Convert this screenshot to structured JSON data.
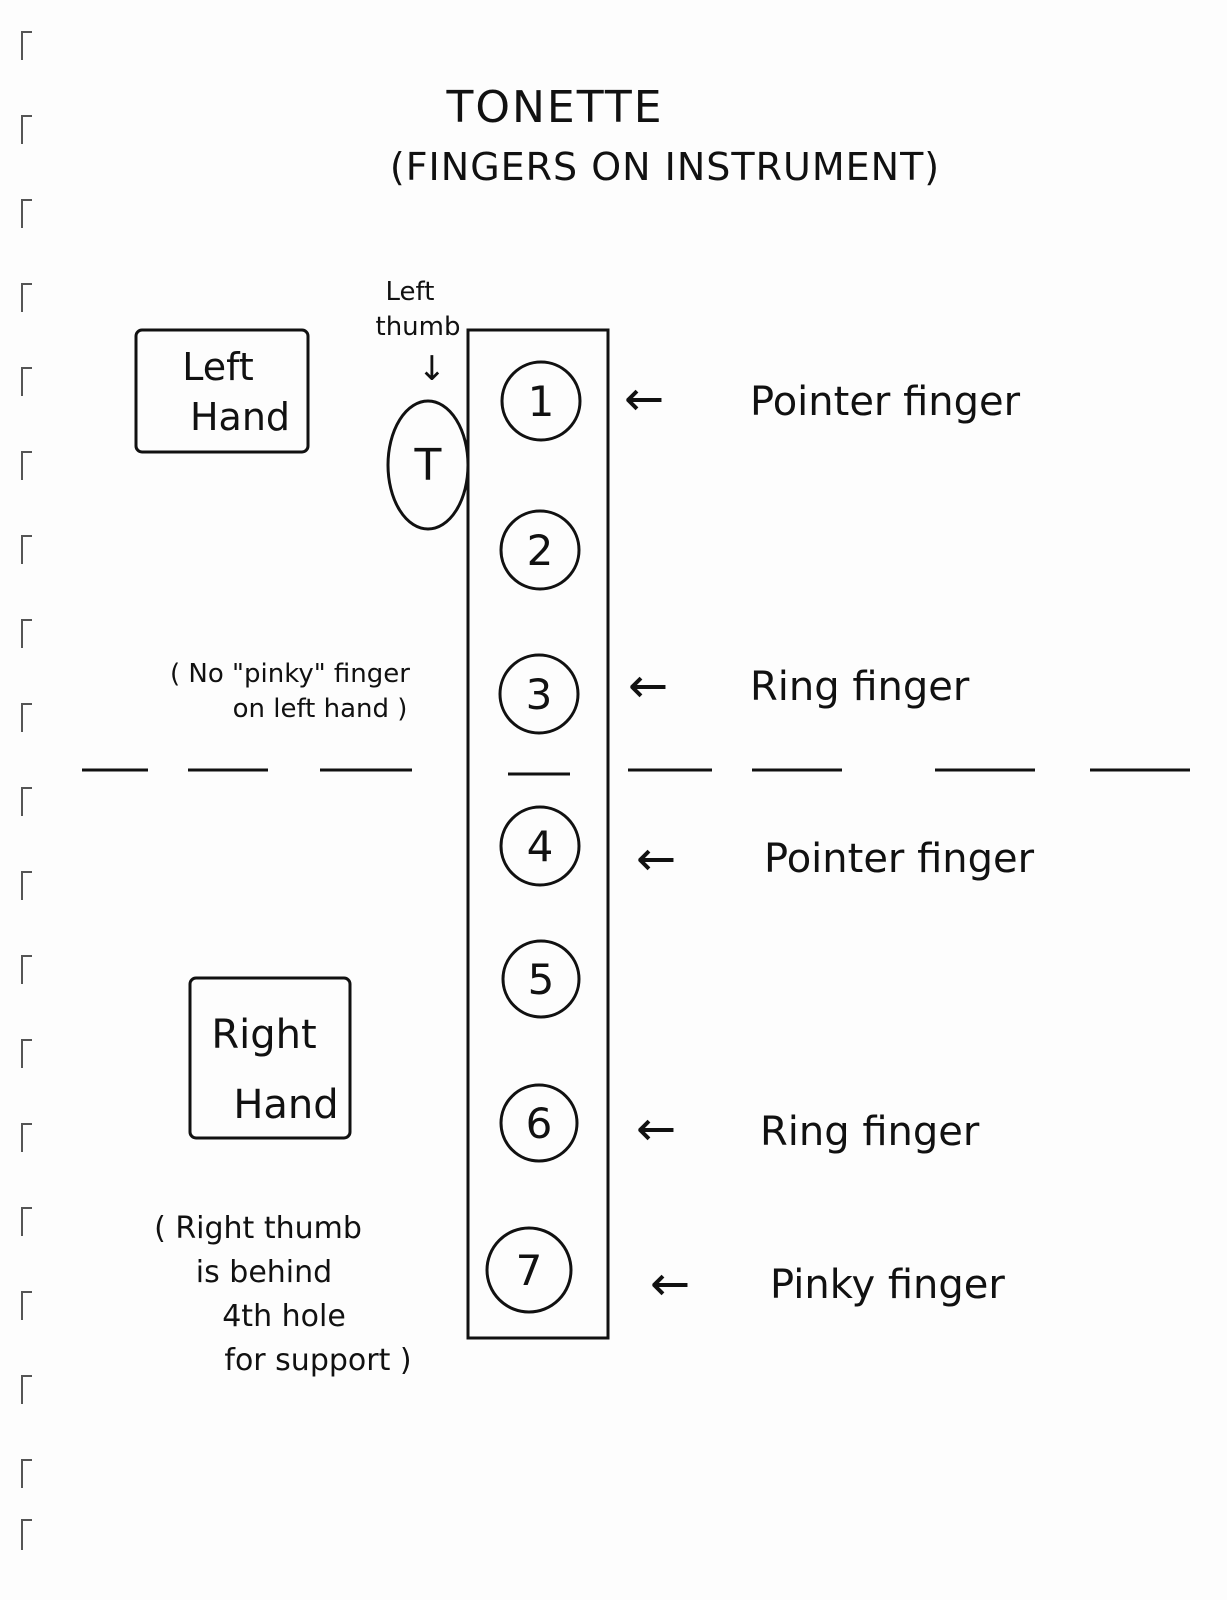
{
  "title": {
    "line1": "TONETTE",
    "line2": "(FINGERS ON INSTRUMENT)"
  },
  "left_thumb_label": {
    "line1": "Left",
    "line2": "thumb"
  },
  "thumb_hole_label": "T",
  "left_hand_box": {
    "line1": "Left",
    "line2": "Hand"
  },
  "right_hand_box": {
    "line1": "Right",
    "line2": "Hand"
  },
  "left_note": {
    "line1": "( No \"pinky\" finger",
    "line2": "on left hand )"
  },
  "right_note": {
    "line1": "( Right thumb",
    "line2": "is behind",
    "line3": "4th hole",
    "line4": "for support )"
  },
  "holes": [
    "1",
    "2",
    "3",
    "4",
    "5",
    "6",
    "7"
  ],
  "finger_labels": {
    "hole1": "Pointer finger",
    "hole3": "Ring finger",
    "hole4": "Pointer finger",
    "hole6": "Ring finger",
    "hole7": "Pinky finger"
  },
  "arrow_glyph": "←",
  "down_arrow_glyph": "↓",
  "colors": {
    "ink": "#111111",
    "paper": "#fdfdfd"
  }
}
